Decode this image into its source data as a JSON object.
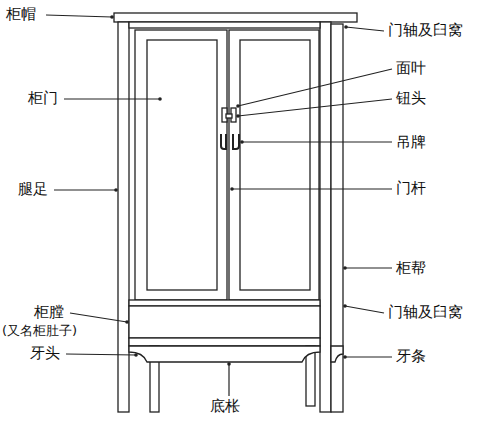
{
  "diagram": {
    "labels": [
      "柜帽",
      "门轴及臼窝",
      "面叶",
      "柜门",
      "钮头",
      "吊牌",
      "腿足",
      "门杆",
      "柜帮",
      "柜膛",
      "(又名柜肚子)",
      "门轴及臼窝",
      "牙头",
      "牙条",
      "底枨"
    ]
  }
}
